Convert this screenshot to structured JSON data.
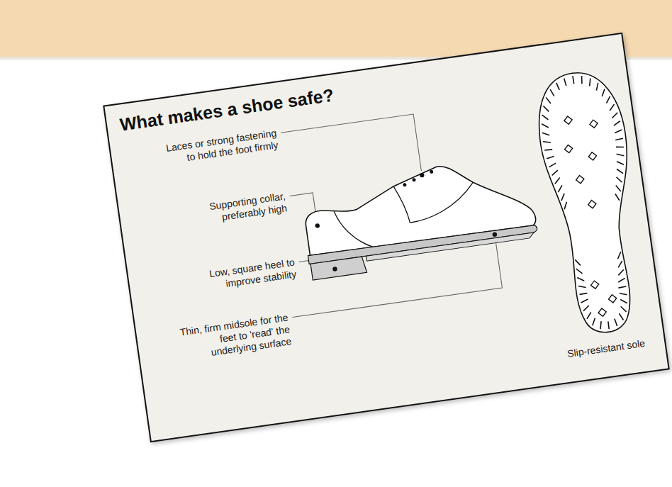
{
  "diagram": {
    "title": "What makes a shoe safe?",
    "labels": [
      "Laces or strong fastening to hold the foot firmly",
      "Supporting collar, preferably high",
      "Low, square heel to improve stability",
      "Thin, firm midsole for the feet to 'read' the underlying surface",
      "Slip-resistant sole"
    ]
  }
}
